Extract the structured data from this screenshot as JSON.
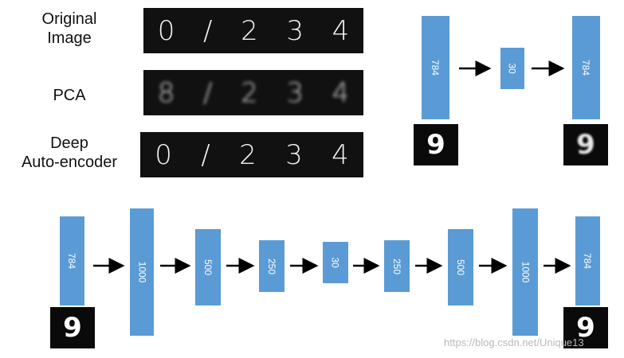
{
  "labels": {
    "original": "Original\nImage",
    "pca": "PCA",
    "deep": "Deep\nAuto-encoder"
  },
  "digits": {
    "original": [
      "0",
      "/",
      "2",
      "3",
      "4"
    ],
    "pca": [
      "8",
      "/",
      "2",
      "3",
      "4"
    ],
    "deep": [
      "0",
      "/",
      "2",
      "3",
      "4"
    ]
  },
  "pca_network": {
    "layers": [
      "784",
      "30",
      "784"
    ],
    "input_digit": "9",
    "output_digit": "9"
  },
  "deep_network": {
    "layers": [
      "784",
      "1000",
      "500",
      "250",
      "30",
      "250",
      "500",
      "1000",
      "784"
    ],
    "input_digit": "9",
    "output_digit": "9"
  },
  "colors": {
    "layer_box": "#5b9bd5",
    "image_bg": "#111111"
  },
  "watermark": "https://blog.csdn.net/Unique13"
}
